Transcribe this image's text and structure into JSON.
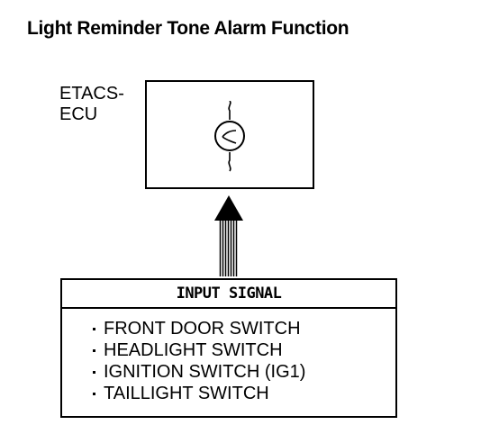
{
  "title": "Light Reminder Tone Alarm Function",
  "ecu": {
    "label_line1": "ETACS-",
    "label_line2": "ECU",
    "component_icon": "buzzer-icon"
  },
  "input_signal": {
    "header": "INPUT SIGNAL",
    "items": [
      "FRONT DOOR SWITCH",
      "HEADLIGHT SWITCH",
      "IGNITION SWITCH (IG1)",
      "TAILLIGHT SWITCH"
    ]
  },
  "arrow_icon": "up-arrow-icon"
}
